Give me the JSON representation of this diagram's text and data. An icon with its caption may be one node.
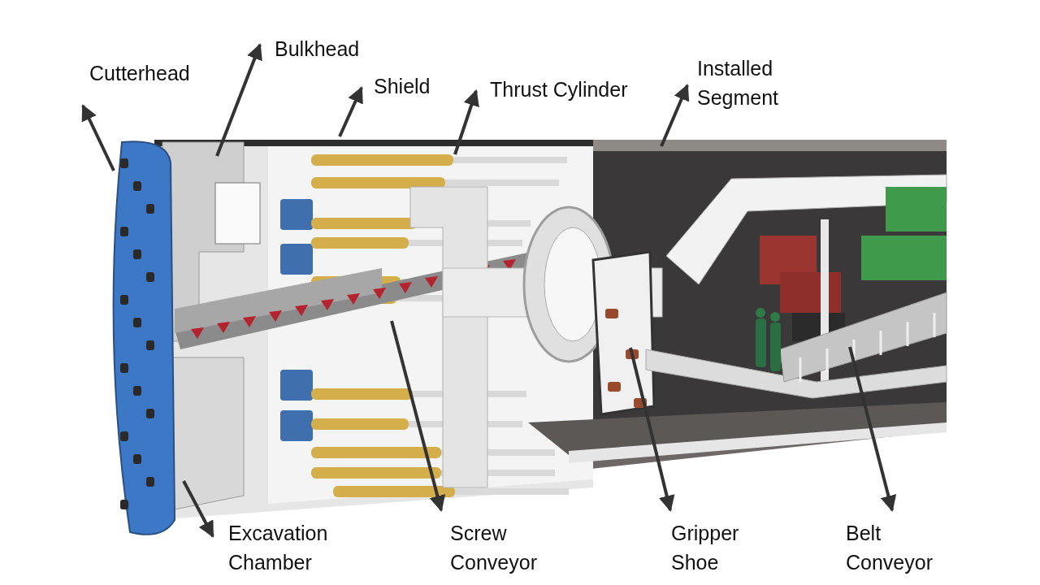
{
  "diagram": {
    "nodes": [
      {
        "text": [
          "Cutterhead"
        ]
      },
      {
        "text": [
          "Bulkhead"
        ]
      },
      {
        "text": [
          "Shield"
        ]
      },
      {
        "text": [
          "Thrust Cylinder"
        ]
      },
      {
        "text": [
          "Installed Segment"
        ]
      },
      {
        "text": [
          "Excavation Chamber"
        ]
      },
      {
        "text": [
          "Screw Conveyor"
        ]
      },
      {
        "text": [
          "Gripper Shoe"
        ]
      },
      {
        "text": [
          "Belt Conveyor"
        ]
      }
    ],
    "edges": [
      {
        "from": null,
        "to": 0,
        "arrow": "to"
      },
      {
        "from": null,
        "to": 1,
        "arrow": "to"
      },
      {
        "from": null,
        "to": 2,
        "arrow": "to"
      },
      {
        "from": null,
        "to": 3,
        "arrow": "to"
      },
      {
        "from": null,
        "to": 4,
        "arrow": "to"
      },
      {
        "from": null,
        "to": 5,
        "arrow": "to"
      },
      {
        "from": null,
        "to": 6,
        "arrow": "to"
      },
      {
        "from": null,
        "to": 7,
        "arrow": "to"
      },
      {
        "from": null,
        "to": 8,
        "arrow": "to"
      }
    ]
  }
}
